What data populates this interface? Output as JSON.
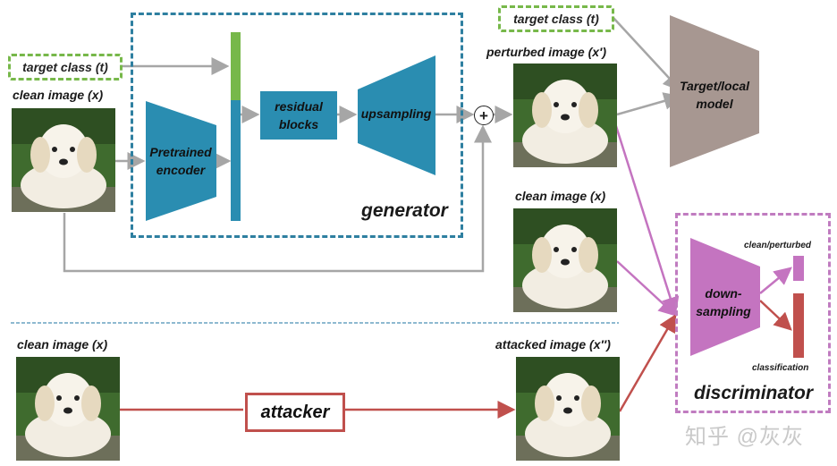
{
  "inputs": {
    "target_class_left": "target class (t)",
    "target_class_top": "target class (t)",
    "clean_image_top": "clean image (x)",
    "clean_image_bottom": "clean image (x)"
  },
  "generator": {
    "title": "generator",
    "encoder": "Pretrained encoder",
    "residual": "residual blocks",
    "upsampling": "upsampling",
    "plus": "+"
  },
  "outputs": {
    "perturbed_image": "perturbed image (x′)",
    "clean_image_mid": "clean image (x)",
    "attacked_image": "attacked image (x′′)"
  },
  "target_model": "Target/local model",
  "discriminator": {
    "title": "discriminator",
    "downsampling": "down-sampling",
    "clean_perturbed": "clean/perturbed",
    "classification": "classification"
  },
  "attacker": "attacker",
  "watermark": "知乎 @灰灰",
  "colors": {
    "generator_teal": "#2a8db1",
    "green_bar": "#77b84a",
    "target_model_brown": "#a79791",
    "discriminator_purple": "#c474c0",
    "attacker_red": "#c0504d",
    "gray_arrow": "#a6a6a6"
  }
}
